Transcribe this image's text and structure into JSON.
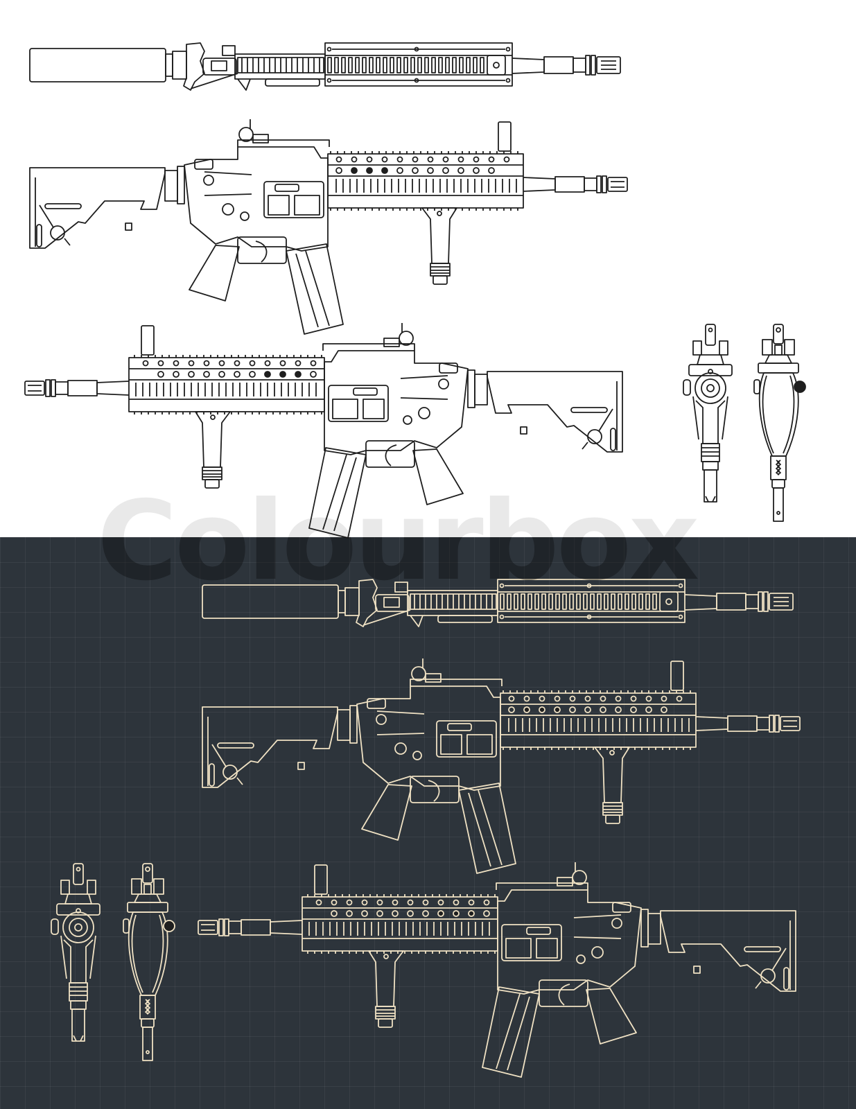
{
  "watermark": {
    "text": "Colourbox"
  },
  "colors": {
    "light_background": "#ffffff",
    "light_linework": "#1e1e1e",
    "dark_background": "#2d343b",
    "dark_grid": "#3a424a",
    "dark_linework": "#f0e2c4"
  },
  "panels": [
    {
      "name": "light-panel",
      "drawings": [
        {
          "name": "top-view",
          "label": "Top view with suppressor"
        },
        {
          "name": "side-view-right",
          "label": "Side view, muzzle right"
        },
        {
          "name": "side-view-left",
          "label": "Side view, muzzle left"
        },
        {
          "name": "front-view",
          "label": "Front end view"
        },
        {
          "name": "rear-view",
          "label": "Rear end view"
        }
      ]
    },
    {
      "name": "dark-panel",
      "drawings": [
        {
          "name": "top-view",
          "label": "Top view with suppressor"
        },
        {
          "name": "side-view-right",
          "label": "Side view, muzzle right"
        },
        {
          "name": "side-view-left",
          "label": "Side view, muzzle left"
        },
        {
          "name": "front-view",
          "label": "Front end view"
        },
        {
          "name": "rear-view",
          "label": "Rear end view"
        }
      ]
    }
  ]
}
